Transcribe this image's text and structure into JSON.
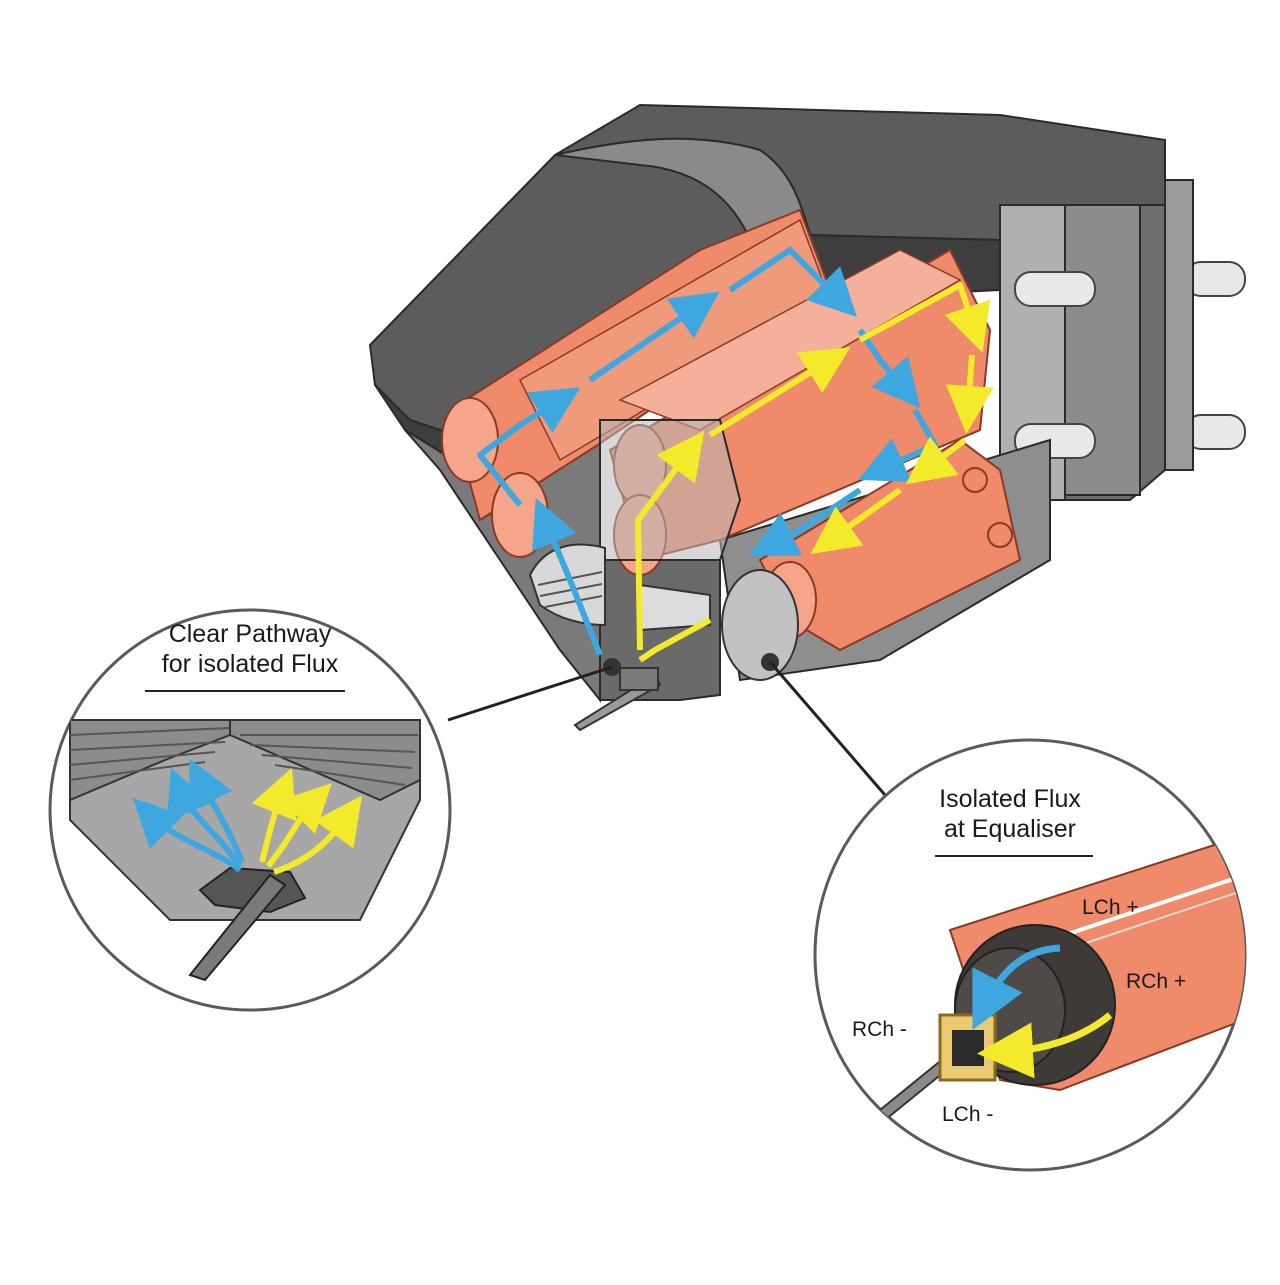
{
  "callouts": {
    "pathway": {
      "title_line1": "Clear Pathway",
      "title_line2": "for isolated Flux"
    },
    "equaliser": {
      "title_line1": "Isolated Flux",
      "title_line2": "at Equaliser",
      "terminals": {
        "lch_plus": "LCh +",
        "rch_plus": "RCh +",
        "rch_minus": "RCh -",
        "lch_minus": "LCh -"
      }
    }
  },
  "colors": {
    "left_channel_flux": "#3fa7e0",
    "right_channel_flux": "#f2ea2a",
    "coil": "#ef8a6a",
    "body_dark": "#5a5a5a",
    "body_light": "#9a9a9a"
  }
}
